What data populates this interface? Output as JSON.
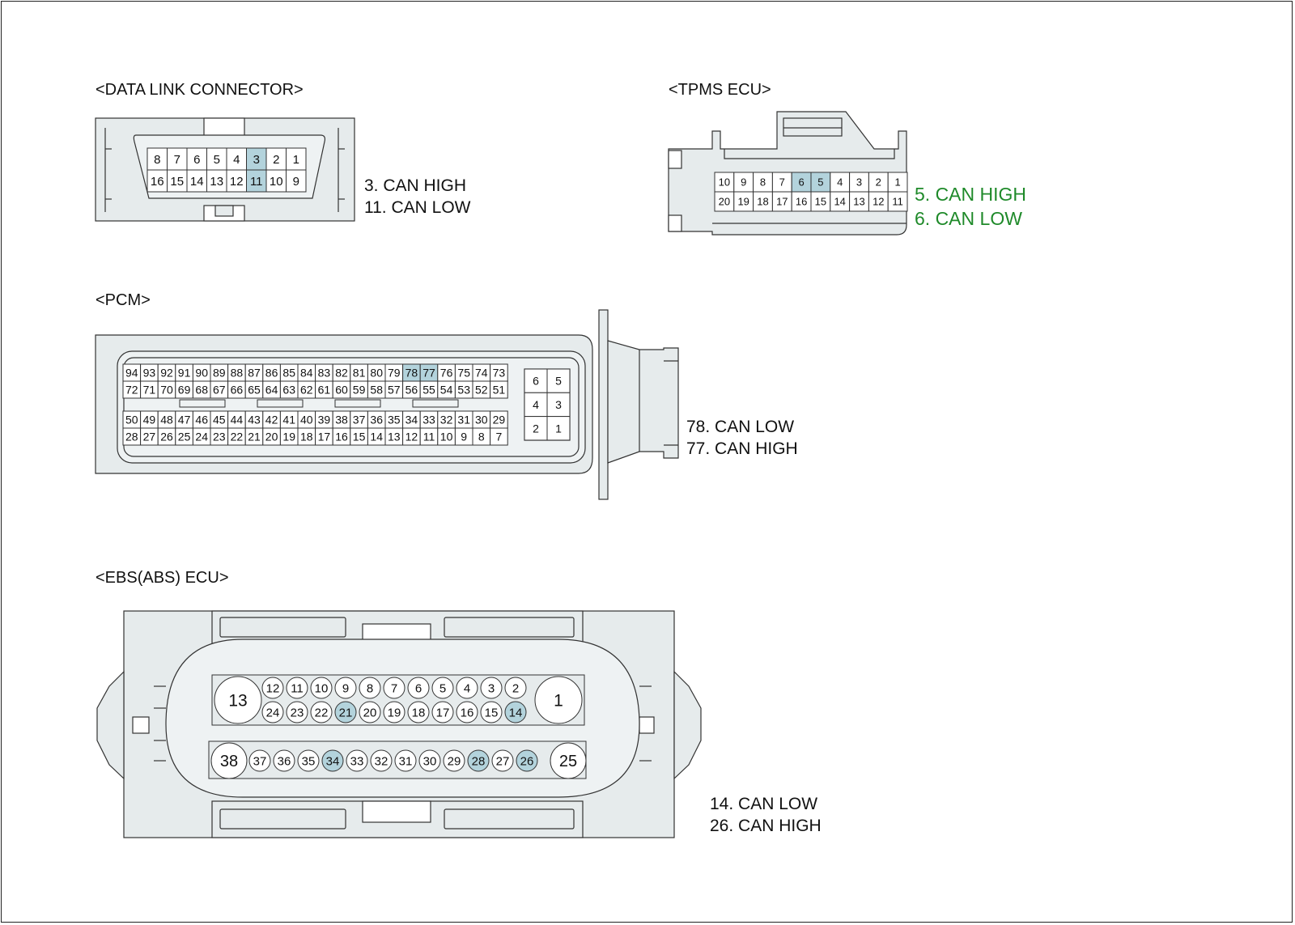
{
  "sections": {
    "dlc": {
      "title": "<DATA LINK CONNECTOR>",
      "notes": [
        "3. CAN HIGH",
        "11. CAN LOW"
      ]
    },
    "tpms": {
      "title": "<TPMS ECU>",
      "notes": [
        "5. CAN HIGH",
        "6. CAN LOW"
      ]
    },
    "pcm": {
      "title": "<PCM>",
      "notes": [
        "78. CAN LOW",
        "77. CAN HIGH"
      ]
    },
    "ebs": {
      "title": "<EBS(ABS) ECU>",
      "notes": [
        "14. CAN LOW",
        "26. CAN HIGH"
      ]
    }
  },
  "colors": {
    "body": "#e6ebec",
    "pin": "#ffffff",
    "highlight": "#b3d3dc",
    "line": "#333333",
    "note_green": "#1f8a2a"
  },
  "connectors": {
    "dlc": {
      "rows": [
        [
          "8",
          "7",
          "6",
          "5",
          "4",
          "3",
          "2",
          "1"
        ],
        [
          "16",
          "15",
          "14",
          "13",
          "12",
          "11",
          "10",
          "9"
        ]
      ],
      "highlight": [
        "3",
        "11"
      ]
    },
    "tpms": {
      "rows": [
        [
          "10",
          "9",
          "8",
          "7",
          "6",
          "5",
          "4",
          "3",
          "2",
          "1"
        ],
        [
          "20",
          "19",
          "18",
          "17",
          "16",
          "15",
          "14",
          "13",
          "12",
          "11"
        ]
      ],
      "highlight": [
        "5",
        "6"
      ]
    },
    "pcm": {
      "upper_rows": [
        [
          "94",
          "93",
          "92",
          "91",
          "90",
          "89",
          "88",
          "87",
          "86",
          "85",
          "84",
          "83",
          "82",
          "81",
          "80",
          "79",
          "78",
          "77",
          "76",
          "75",
          "74",
          "73"
        ],
        [
          "72",
          "71",
          "70",
          "69",
          "68",
          "67",
          "66",
          "65",
          "64",
          "63",
          "62",
          "61",
          "60",
          "59",
          "58",
          "57",
          "56",
          "55",
          "54",
          "53",
          "52",
          "51"
        ]
      ],
      "lower_rows": [
        [
          "50",
          "49",
          "48",
          "47",
          "46",
          "45",
          "44",
          "43",
          "42",
          "41",
          "40",
          "39",
          "38",
          "37",
          "36",
          "35",
          "34",
          "33",
          "32",
          "31",
          "30",
          "29"
        ],
        [
          "28",
          "27",
          "26",
          "25",
          "24",
          "23",
          "22",
          "21",
          "20",
          "19",
          "18",
          "17",
          "16",
          "15",
          "14",
          "13",
          "12",
          "11",
          "10",
          "9",
          "8",
          "7"
        ]
      ],
      "side_rows": [
        [
          "6",
          "5"
        ],
        [
          "4",
          "3"
        ],
        [
          "2",
          "1"
        ]
      ],
      "highlight": [
        "78",
        "77"
      ]
    },
    "ebs": {
      "top_rows": [
        [
          "12",
          "11",
          "10",
          "9",
          "8",
          "7",
          "6",
          "5",
          "4",
          "3",
          "2"
        ],
        [
          "24",
          "23",
          "22",
          "21",
          "20",
          "19",
          "18",
          "17",
          "16",
          "15",
          "14"
        ]
      ],
      "top_big": [
        "13",
        "1"
      ],
      "bottom_row": [
        "37",
        "36",
        "35",
        "34",
        "33",
        "32",
        "31",
        "30",
        "29",
        "28",
        "27",
        "26"
      ],
      "bottom_big": [
        "38",
        "25"
      ],
      "highlight": [
        "14",
        "21",
        "26",
        "28",
        "34"
      ]
    }
  }
}
